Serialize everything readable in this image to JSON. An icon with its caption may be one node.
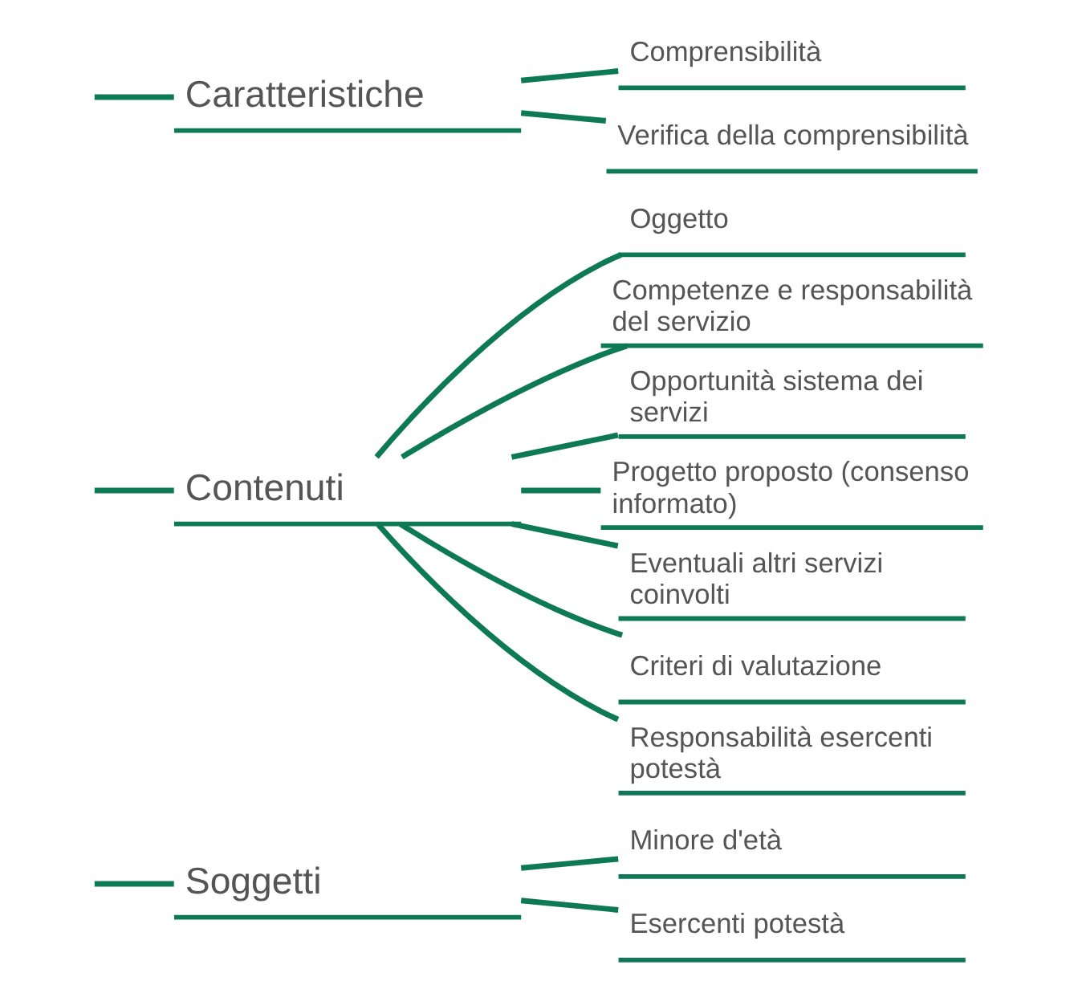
{
  "diagram": {
    "nodes": [
      {
        "text": [
          "Soggetti"
        ]
      },
      {
        "text": [
          "Minore d'età"
        ]
      },
      {
        "text": [
          "Esercenti potestà"
        ]
      },
      {
        "text": [
          "Contenuti"
        ]
      },
      {
        "text": [
          "Oggetto"
        ]
      },
      {
        "text": [
          "Competenze e responsabilità del servizio"
        ]
      },
      {
        "text": [
          "Opportunità sistema dei servizi"
        ]
      },
      {
        "text": [
          "Progetto proposto (consenso informato)"
        ]
      },
      {
        "text": [
          "Eventuali altri servizi coinvolti"
        ]
      },
      {
        "text": [
          "Criteri di valutazione"
        ]
      },
      {
        "text": [
          "Responsabilità esercenti potestà"
        ]
      },
      {
        "text": [
          "Caratteristiche"
        ]
      },
      {
        "text": [
          "Comprensibilità"
        ]
      },
      {
        "text": [
          "Verifica della comprensibilità"
        ]
      }
    ],
    "edges": [
      {
        "from": null,
        "to": 0,
        "arrow": "none"
      },
      {
        "from": null,
        "to": 3,
        "arrow": "none"
      },
      {
        "from": null,
        "to": 11,
        "arrow": "none"
      },
      {
        "from": 0,
        "to": 1,
        "arrow": "none"
      },
      {
        "from": 0,
        "to": 2,
        "arrow": "none"
      },
      {
        "from": 3,
        "to": 4,
        "arrow": "none"
      },
      {
        "from": 3,
        "to": 5,
        "arrow": "none"
      },
      {
        "from": 3,
        "to": 6,
        "arrow": "none"
      },
      {
        "from": 3,
        "to": 7,
        "arrow": "none"
      },
      {
        "from": 3,
        "to": 8,
        "arrow": "none"
      },
      {
        "from": 3,
        "to": 9,
        "arrow": "none"
      },
      {
        "from": 3,
        "to": 10,
        "arrow": "none"
      },
      {
        "from": 11,
        "to": 12,
        "arrow": "none"
      },
      {
        "from": 11,
        "to": 13,
        "arrow": "none"
      }
    ]
  }
}
